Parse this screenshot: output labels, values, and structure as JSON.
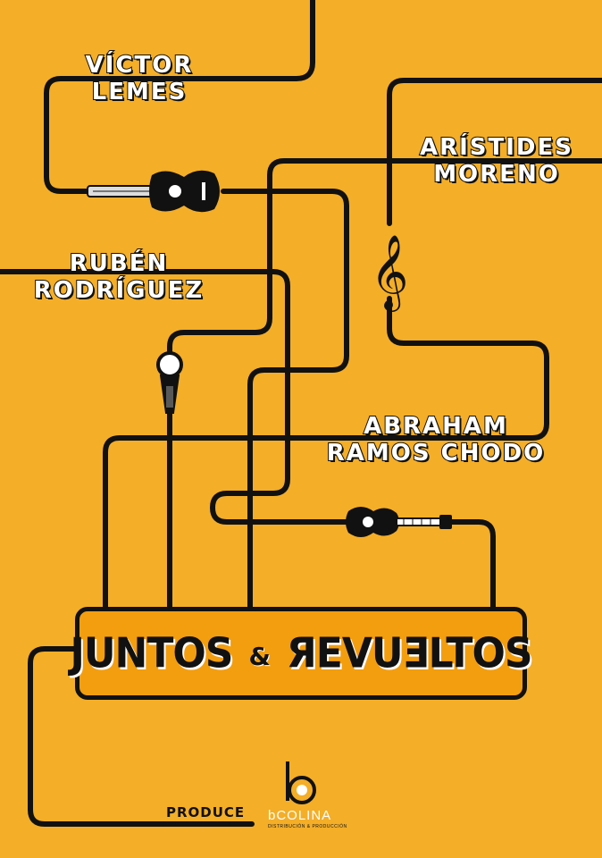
{
  "artists": [
    {
      "line1": "VÍCTOR",
      "line2": "LEMES"
    },
    {
      "line1": "ARÍSTIDES",
      "line2": "MORENO"
    },
    {
      "line1": "RUBÉN",
      "line2": "RODRÍGUEZ"
    },
    {
      "line1": "ABRAHAM",
      "line2": "RAMOS CHODO"
    }
  ],
  "title": {
    "left": "JUNTOS",
    "amp": "&",
    "right": "ЯEVUƎLTOS"
  },
  "footer": {
    "produce": "PRODUCE",
    "brand": "bCOLINA",
    "brand_sub": "DISTRIBUCIÓN & PRODUCCIÓN"
  },
  "colors": {
    "background": "#f4ae27",
    "line": "#111111",
    "title_box": "#f39e0f"
  },
  "icons": [
    "guitar-icon",
    "treble-clef-icon",
    "microphone-icon",
    "ukulele-icon",
    "bcolina-logo-icon"
  ]
}
